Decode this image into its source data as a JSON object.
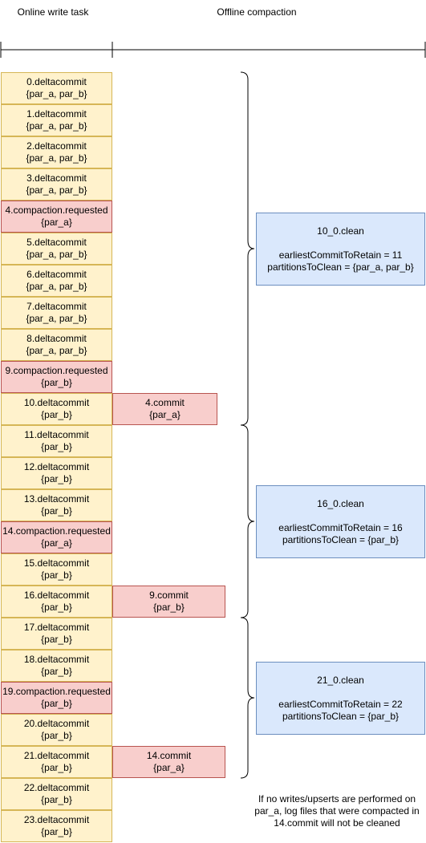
{
  "headers": {
    "online": "Online write task",
    "offline": "Offline compaction"
  },
  "timeline": [
    {
      "kind": "delta",
      "name": "0.deltacommit",
      "parts": "{par_a, par_b}"
    },
    {
      "kind": "delta",
      "name": "1.deltacommit",
      "parts": "{par_a, par_b}"
    },
    {
      "kind": "delta",
      "name": "2.deltacommit",
      "parts": "{par_a, par_b}"
    },
    {
      "kind": "delta",
      "name": "3.deltacommit",
      "parts": "{par_a, par_b}"
    },
    {
      "kind": "request",
      "name": "4.compaction.requested",
      "parts": "{par_a}"
    },
    {
      "kind": "delta",
      "name": "5.deltacommit",
      "parts": "{par_a, par_b}"
    },
    {
      "kind": "delta",
      "name": "6.deltacommit",
      "parts": "{par_a, par_b}"
    },
    {
      "kind": "delta",
      "name": "7.deltacommit",
      "parts": "{par_a, par_b}"
    },
    {
      "kind": "delta",
      "name": "8.deltacommit",
      "parts": "{par_a, par_b}"
    },
    {
      "kind": "request",
      "name": "9.compaction.requested",
      "parts": "{par_b}"
    },
    {
      "kind": "delta",
      "name": "10.deltacommit",
      "parts": "{par_b}"
    },
    {
      "kind": "delta",
      "name": "11.deltacommit",
      "parts": "{par_b}"
    },
    {
      "kind": "delta",
      "name": "12.deltacommit",
      "parts": "{par_b}"
    },
    {
      "kind": "delta",
      "name": "13.deltacommit",
      "parts": "{par_b}"
    },
    {
      "kind": "request",
      "name": "14.compaction.requested",
      "parts": "{par_a}"
    },
    {
      "kind": "delta",
      "name": "15.deltacommit",
      "parts": "{par_b}"
    },
    {
      "kind": "delta",
      "name": "16.deltacommit",
      "parts": "{par_b}"
    },
    {
      "kind": "delta",
      "name": "17.deltacommit",
      "parts": "{par_b}"
    },
    {
      "kind": "delta",
      "name": "18.deltacommit",
      "parts": "{par_b}"
    },
    {
      "kind": "request",
      "name": "19.compaction.requested",
      "parts": "{par_b}"
    },
    {
      "kind": "delta",
      "name": "20.deltacommit",
      "parts": "{par_b}"
    },
    {
      "kind": "delta",
      "name": "21.deltacommit",
      "parts": "{par_b}"
    },
    {
      "kind": "delta",
      "name": "22.deltacommit",
      "parts": "{par_b}"
    },
    {
      "kind": "delta",
      "name": "23.deltacommit",
      "parts": "{par_b}"
    }
  ],
  "compactions": [
    {
      "name": "4.commit",
      "parts": "{par_a}"
    },
    {
      "name": "9.commit",
      "parts": "{par_b}"
    },
    {
      "name": "14.commit",
      "parts": "{par_a}"
    }
  ],
  "cleans": [
    {
      "title": "10_0.clean",
      "retain": "earliestCommitToRetain = 11",
      "partitions": "partitionsToClean = {par_a, par_b}"
    },
    {
      "title": "16_0.clean",
      "retain": "earliestCommitToRetain = 16",
      "partitions": "partitionsToClean = {par_b}"
    },
    {
      "title": "21_0.clean",
      "retain": "earliestCommitToRetain = 22",
      "partitions": "partitionsToClean = {par_b}"
    }
  ],
  "note": {
    "lines": [
      "If no writes/upserts are performed on",
      "par_a, log files that were compacted in",
      "14.commit will not be cleaned"
    ]
  },
  "colors": {
    "delta_fill": "#fff2cc",
    "delta_stroke": "#d6b656",
    "request_fill": "#f8cecc",
    "request_stroke": "#b85450",
    "clean_fill": "#dae8fc",
    "clean_stroke": "#6c8ebf"
  }
}
